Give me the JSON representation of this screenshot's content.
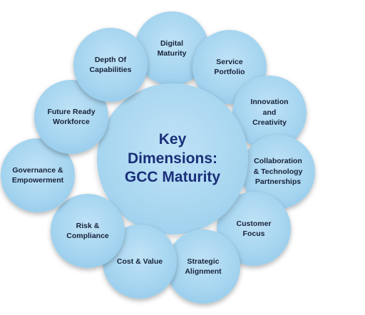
{
  "center": {
    "label": "Key\nDimensions:\nGCC Maturity"
  },
  "dimensions": [
    {
      "label": "Digital\nMaturity"
    },
    {
      "label": "Service\nPortfolio"
    },
    {
      "label": "Innovation\nand\nCreativity"
    },
    {
      "label": "Collaboration\n& Technology\nPartnerships"
    },
    {
      "label": "Customer\nFocus"
    },
    {
      "label": "Strategic\nAlignment"
    },
    {
      "label": "Cost & Value"
    },
    {
      "label": "Risk &\nCompliance"
    },
    {
      "label": "Governance &\nEmpowerment"
    },
    {
      "label": "Future Ready\nWorkforce"
    },
    {
      "label": "Depth Of\nCapabilities"
    }
  ],
  "colors": {
    "bubble_fill": "#a6d5f0",
    "center_text": "#1a2f78",
    "outer_text": "#16223a"
  }
}
